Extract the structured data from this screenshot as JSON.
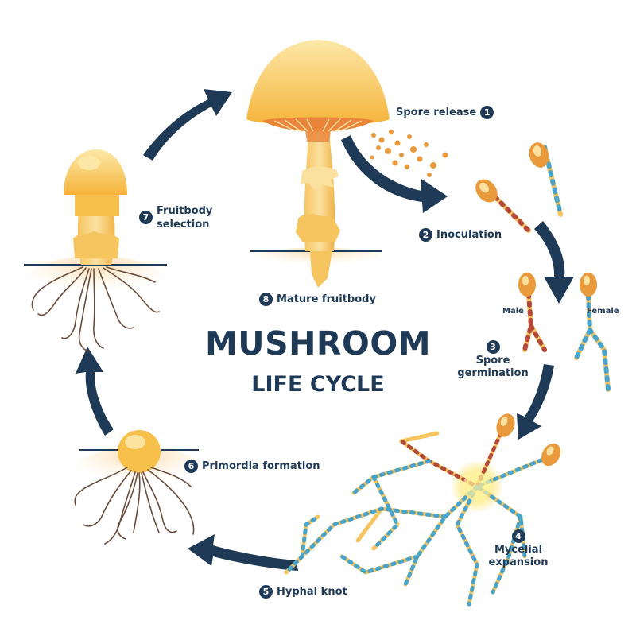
{
  "title": "MUSHROOM",
  "subtitle": "LIFE CYCLE",
  "stages": [
    {
      "number": "1",
      "label": "Spore release"
    },
    {
      "number": "2",
      "label": "Inoculation"
    },
    {
      "number": "3",
      "label": "Spore germination",
      "lines": [
        "Spore",
        "germination"
      ]
    },
    {
      "number": "4",
      "label": "Mycelial expansion",
      "lines": [
        "Mycelial",
        "expansion"
      ]
    },
    {
      "number": "5",
      "label": "Hyphal knot"
    },
    {
      "number": "6",
      "label": "Primordia formation"
    },
    {
      "number": "7",
      "label": "Fruitbody selection",
      "lines": [
        "Fruitbody",
        "selection"
      ]
    },
    {
      "number": "8",
      "label": "Mature fruitbody"
    }
  ],
  "spore_labels": {
    "male": "Male",
    "female": "Female"
  },
  "colors": {
    "navy": "#1f3a57",
    "cap": "#f7c04a",
    "cap_light": "#fde3a0",
    "stem": "#f9d77e",
    "gill": "#e9843a",
    "spore": "#e89a3c",
    "hypha_blue": "#4aa3c8",
    "hypha_red": "#b54a3a",
    "root": "#6b4c3b",
    "soil": "#fde7c5"
  }
}
